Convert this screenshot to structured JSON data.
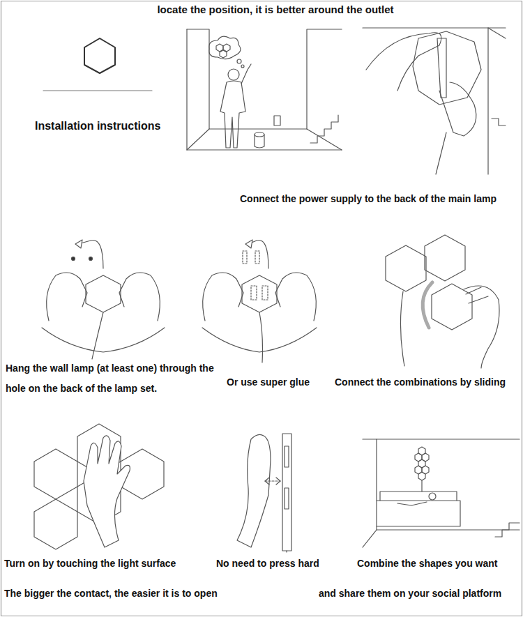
{
  "diagram": {
    "title": "Installation instructions",
    "labels": [
      "locate the position, it is better around the outlet",
      "Connect the power supply to the back of the main lamp",
      "Hang the wall lamp (at least one) through the hole on the back of the lamp set.",
      "Or use super glue",
      "Connect the combinations by sliding",
      "Turn on by touching the light surface",
      "No need to press hard",
      "Combine the shapes you want",
      "The bigger the contact, the easier it is to open",
      "and share them on your social platform"
    ]
  }
}
